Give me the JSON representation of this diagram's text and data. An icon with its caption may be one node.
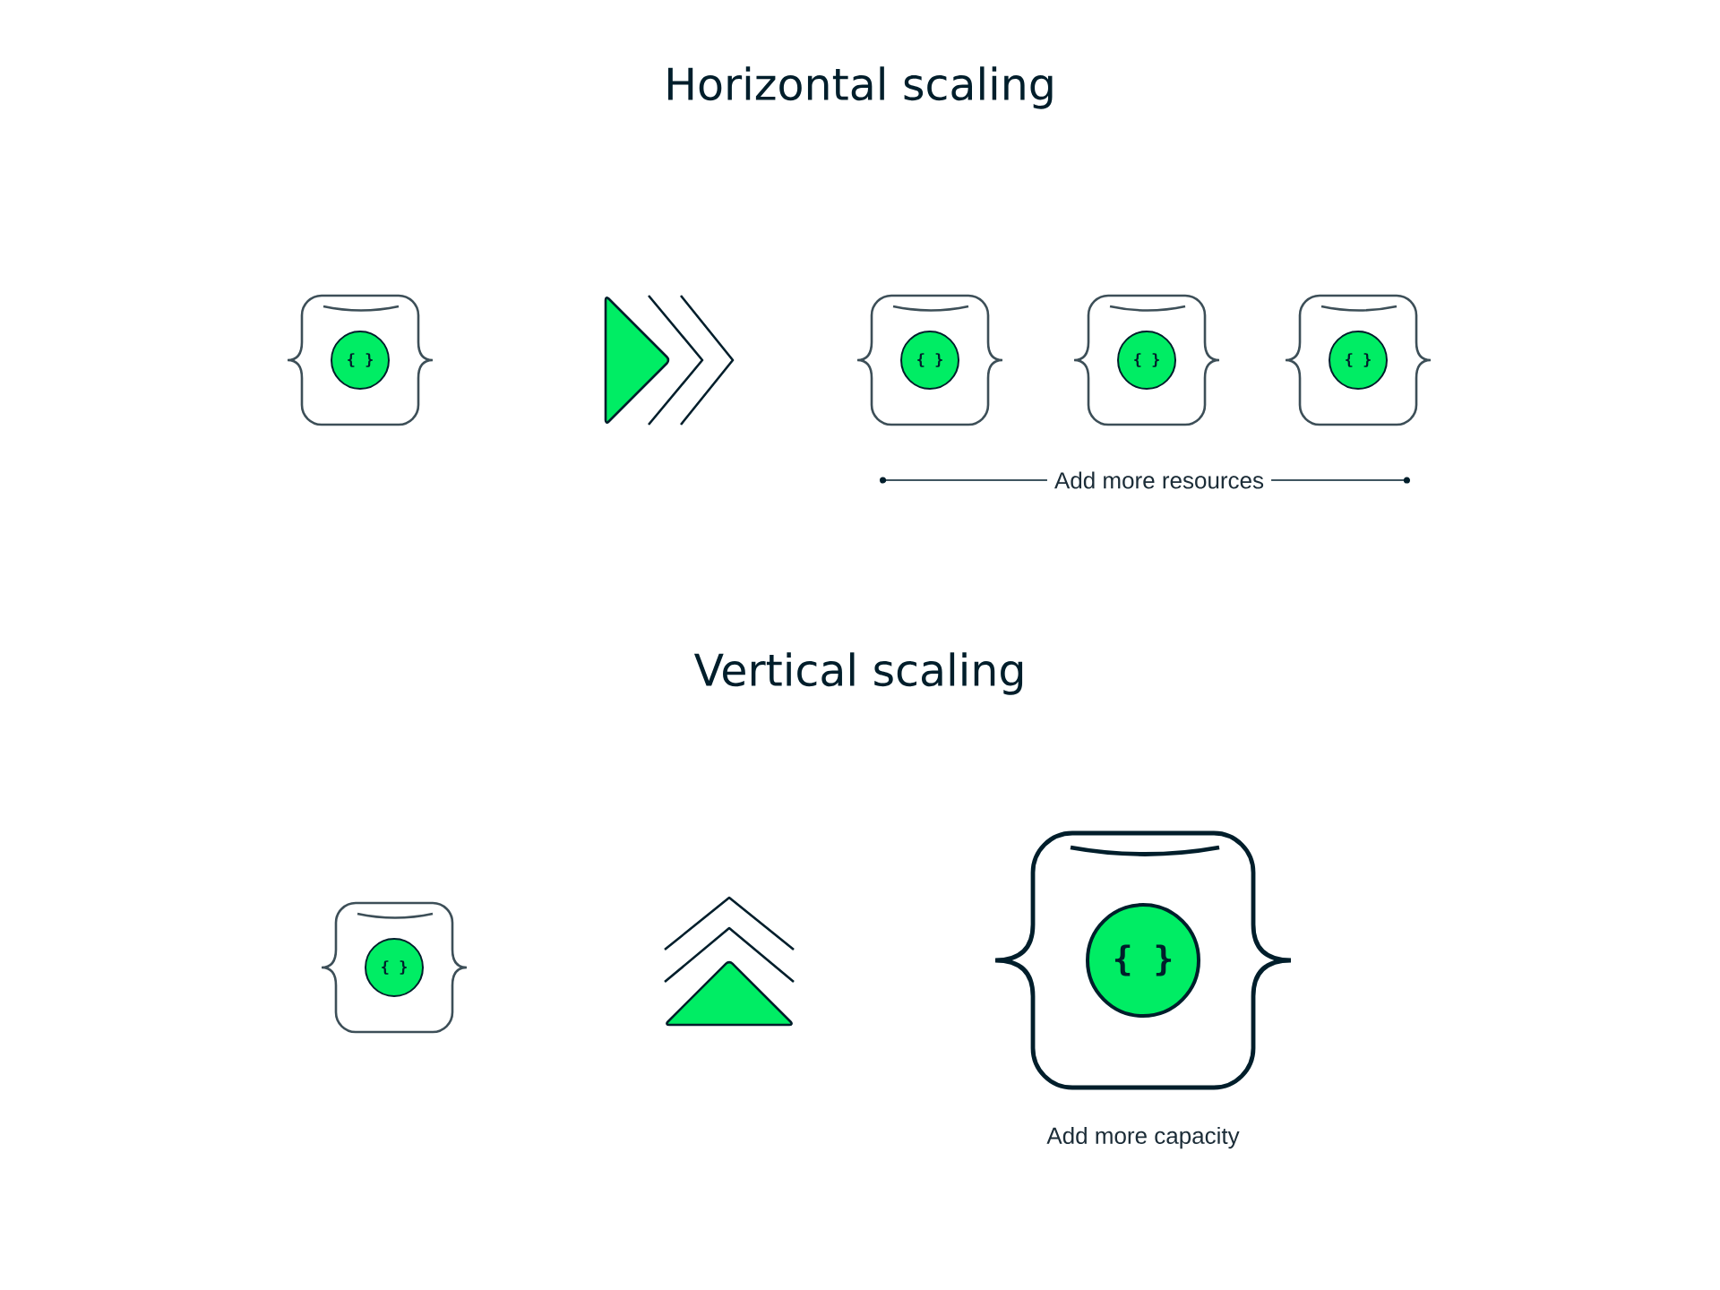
{
  "diagram": {
    "nodes": [
      {
        "text": [
          "{ }"
        ]
      },
      {
        "text": [
          "{ }"
        ]
      },
      {
        "text": [
          "{ }"
        ]
      },
      {
        "text": [
          "{ }"
        ]
      },
      {
        "text": [
          "{ }"
        ]
      },
      {
        "text": [
          "{ }"
        ],
        "beside": [
          "Add more capacity"
        ]
      }
    ],
    "labels": [
      "Horizontal scaling",
      "Add more resources",
      "Vertical scaling"
    ]
  }
}
